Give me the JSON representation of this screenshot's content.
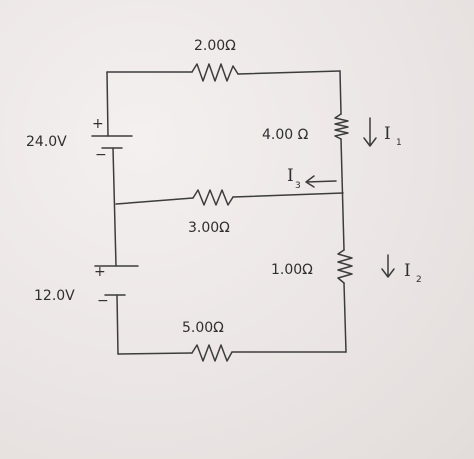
{
  "resistors": {
    "top": "2.00Ω",
    "right_upper": "4.00 Ω",
    "middle": "3.00Ω",
    "right_lower": "1.00Ω",
    "bottom": "5.00Ω"
  },
  "batteries": {
    "upper": {
      "voltage": "24.0V",
      "plus": "+",
      "minus": "−"
    },
    "lower": {
      "voltage": "12.0V",
      "plus": "+",
      "minus": "−"
    }
  },
  "currents": {
    "i1": {
      "letter": "I",
      "subscript": "1"
    },
    "i2": {
      "letter": "I",
      "subscript": "2"
    },
    "i3": {
      "letter": "I",
      "subscript": "3"
    }
  }
}
